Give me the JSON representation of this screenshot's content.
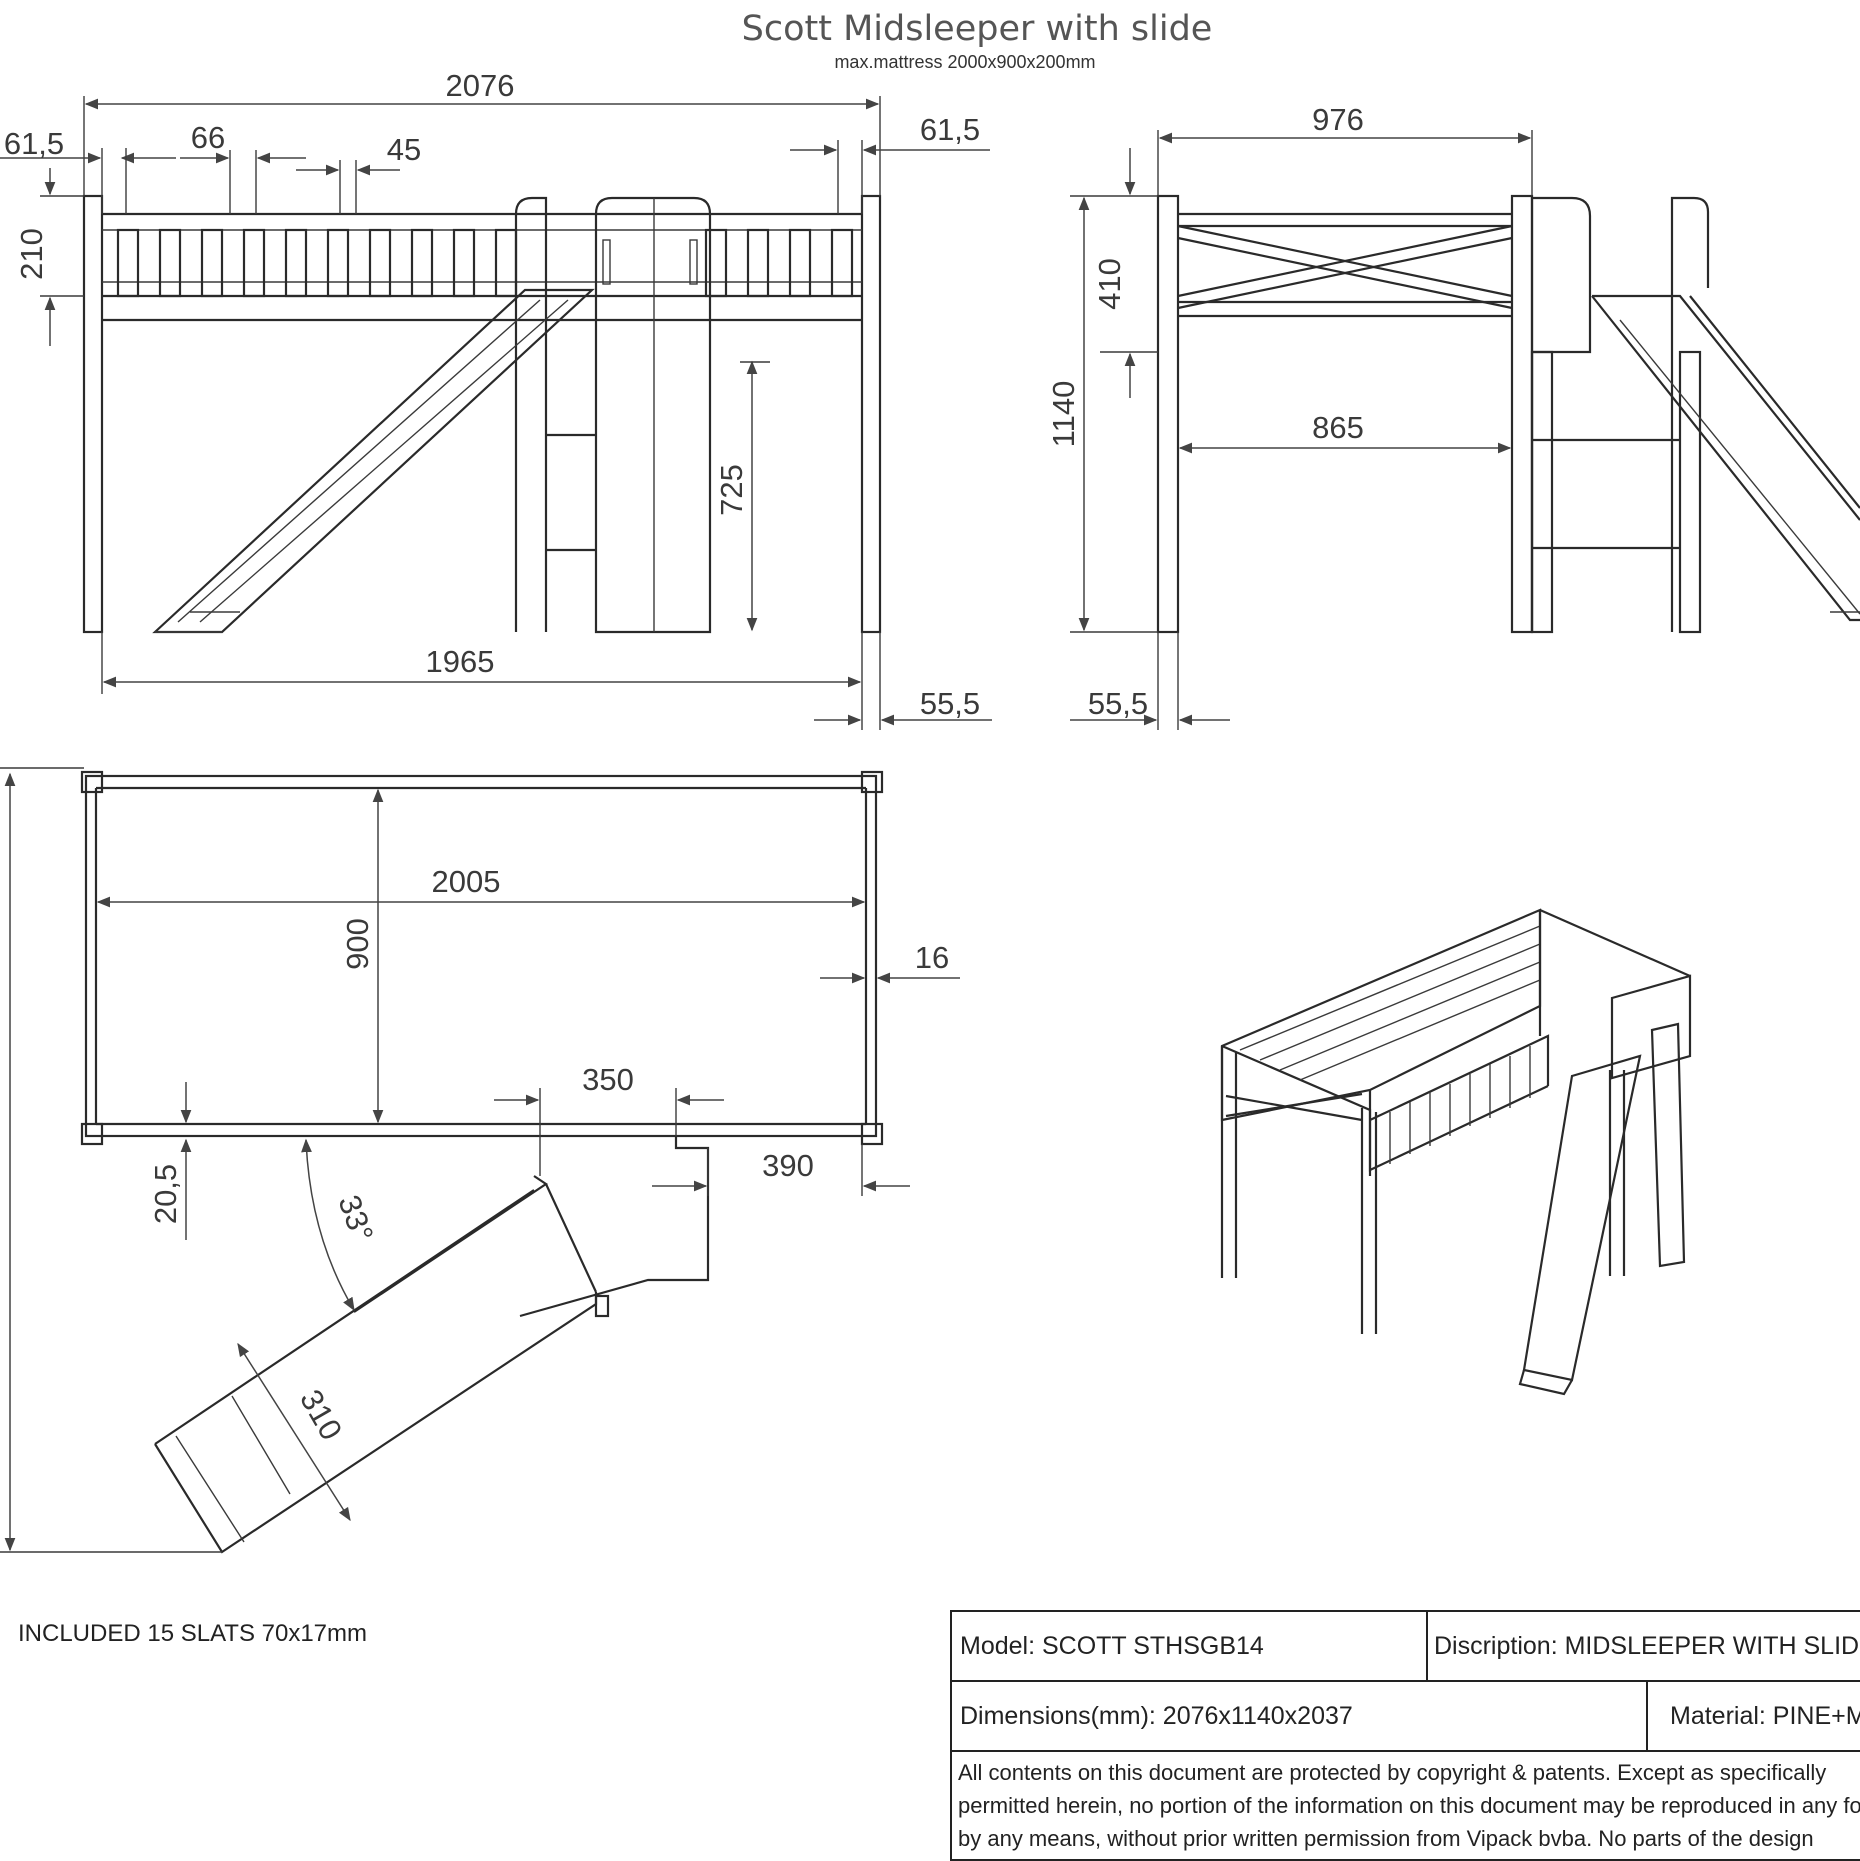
{
  "title": "Scott Midsleeper with slide",
  "subtitle": "max.mattress 2000x900x200mm",
  "dimensions": {
    "front_overall_width": "2076",
    "front_left_offset": "61,5",
    "front_right_offset": "61,5",
    "front_slat_pitch": "66",
    "front_slat_width": "45",
    "front_rail_height": "210",
    "front_under_height": "725",
    "front_inner_length": "1965",
    "front_leg_offset": "55,5",
    "side_overall_width": "976",
    "side_rail_height": "410",
    "side_total_height": "1140",
    "side_inner_width": "865",
    "side_leg_offset": "55,5",
    "top_inner_length": "2005",
    "top_inner_width": "900",
    "top_frame_thickness": "16",
    "top_ladder_width": "350",
    "top_ladder_offset": "390",
    "top_rail_offset": "20,5",
    "slide_angle": "33°",
    "slide_width": "310"
  },
  "note": "INCLUDED 15 SLATS  70x17mm",
  "title_block": {
    "model": "Model: SCOTT STHSGB14",
    "description": "Discription: MIDSLEEPER WITH SLIDE",
    "dimensions": "Dimensions(mm): 2076x1140x2037",
    "material": "Material: PINE+MDF",
    "legal_line1": "All contents on this document are protected by copyright & patents. Except as specifically",
    "legal_line2": "permitted herein, no portion of the information on this document may be reproduced in any form or",
    "legal_line3": "by any means, without prior written permission from Vipack bvba. No parts of the design"
  }
}
